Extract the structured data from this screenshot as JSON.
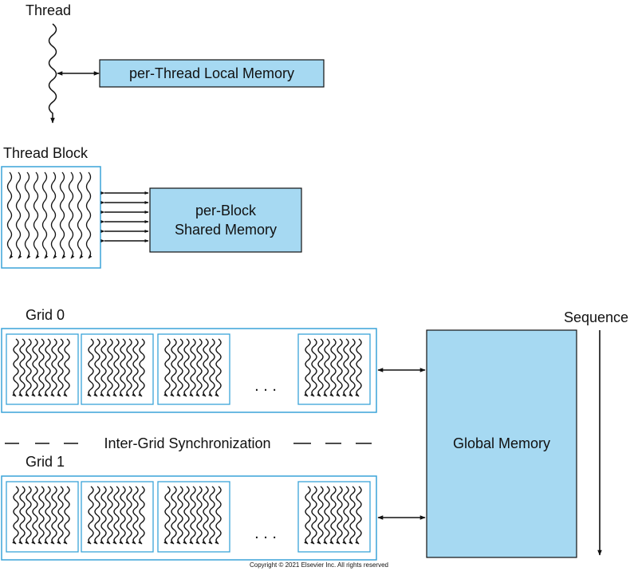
{
  "labels": {
    "thread": "Thread",
    "thread_memory": "per-Thread Local Memory",
    "thread_block": "Thread Block",
    "block_memory_line1": "per-Block",
    "block_memory_line2": "Shared Memory",
    "grid0": "Grid 0",
    "grid1": "Grid 1",
    "sync": "Inter-Grid Synchronization",
    "global_memory": "Global Memory",
    "sequence": "Sequence",
    "ellipsis": ". . .",
    "copyright": "Copyright © 2021 Elsevier Inc. All rights reserved"
  },
  "colors": {
    "memory_fill": "#a6d9f2",
    "block_border": "#3aa3d8",
    "ink": "#111111"
  }
}
